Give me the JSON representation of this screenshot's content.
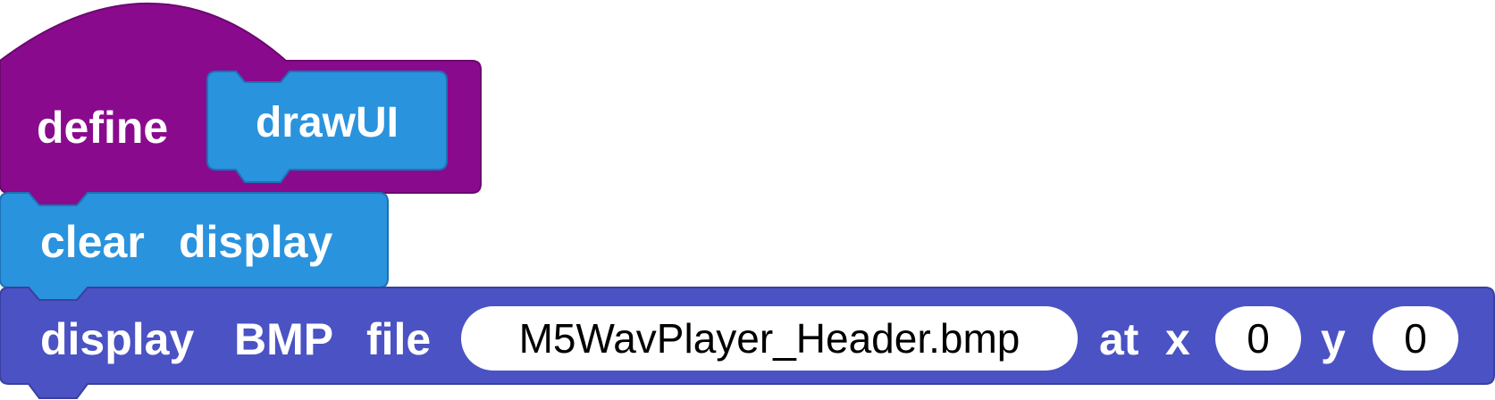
{
  "colors": {
    "define_block": "#8a0a8e",
    "define_block_border": "#6b086e",
    "param_block": "#2a93de",
    "param_block_border": "#1b72b5",
    "clear_block": "#2a93de",
    "clear_block_border": "#1b72b5",
    "display_block": "#4a52c4",
    "display_block_border": "#3a40a0",
    "field_bg": "#ffffff",
    "label_text": "#ffffff",
    "field_text": "#000000"
  },
  "define_block": {
    "keyword": "define",
    "function_name": "drawUI"
  },
  "clear_block": {
    "label_word1": "clear",
    "label_word2": "display"
  },
  "display_block": {
    "label_display": "display",
    "label_bmp": "BMP",
    "label_file": "file",
    "filename": "M5WavPlayer_Header.bmp",
    "label_at": "at",
    "label_x": "x",
    "x_value": "0",
    "label_y": "y",
    "y_value": "0"
  }
}
